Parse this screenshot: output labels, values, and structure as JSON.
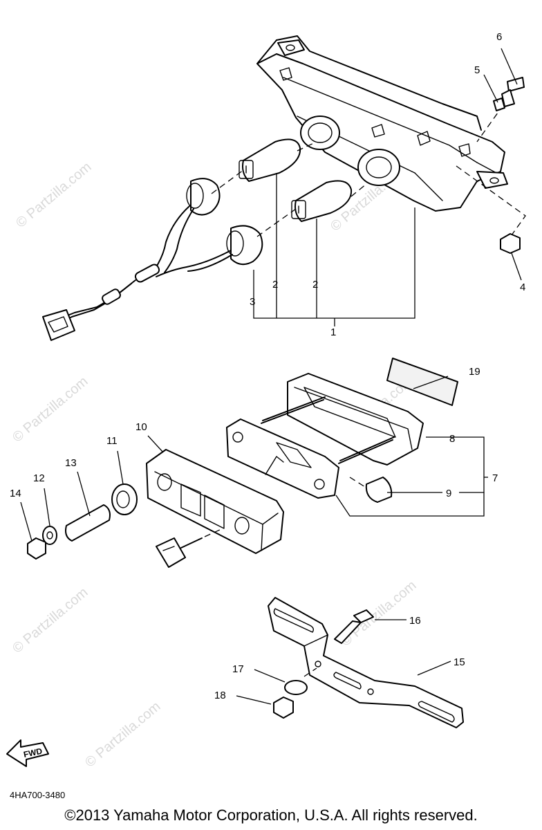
{
  "diagram": {
    "code": "4HA700-3480",
    "copyright": "©2013 Yamaha Motor Corporation, U.S.A. All rights reserved.",
    "forward_arrow_label": "FWD",
    "watermark": "© Partzilla.com",
    "callouts": [
      "1",
      "2",
      "2",
      "3",
      "4",
      "5",
      "6",
      "7",
      "8",
      "9",
      "10",
      "11",
      "12",
      "13",
      "14",
      "15",
      "16",
      "17",
      "18",
      "19"
    ]
  }
}
